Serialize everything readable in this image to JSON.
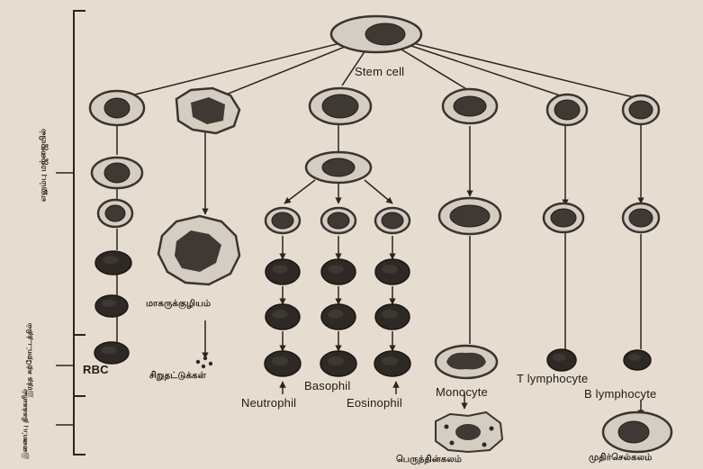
{
  "labels": {
    "stem_cell": "Stem cell",
    "rbc": "RBC",
    "megakaryocyte": "மாகருக்குழியம்",
    "platelets": "சிறுதட்டுக்கள்",
    "basophil": "Basophil",
    "neutrophil": "Neutrophil",
    "eosinophil": "Eosinophil",
    "monocyte": "Monocyte",
    "t_lymphocyte": "T lymphocyte",
    "b_lymphocyte": "B lymphocyte",
    "macrophage": "பெருந்தின்கலம்",
    "plasma_cell": "முதிர்செல்கலம்"
  },
  "side_labels": {
    "bone_marrow": "எலும்பு மஜ்ஜையில்",
    "blood_circulation": "இரத்த சுற்றோட்டத்தில்",
    "connective_tissue": "இணைப்பு திசுக்களில்"
  },
  "colors": {
    "background": "#e6ddd0",
    "cell_outer": "#d5cdc2",
    "cell_outline": "#3a3430",
    "nucleus": "#3f3933",
    "mature_cell": "#2e2925",
    "line": "#2a2520"
  }
}
